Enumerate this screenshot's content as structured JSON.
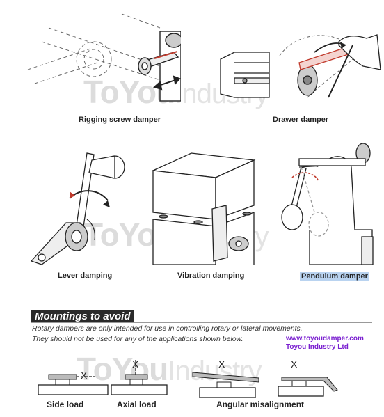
{
  "watermark": {
    "bold": "ToYou",
    "light": "Industry"
  },
  "applications": [
    {
      "caption": "Rigging screw damper"
    },
    {
      "caption": "Drawer damper"
    },
    {
      "caption": "Lever damping"
    },
    {
      "caption": "Vibration damping"
    },
    {
      "caption": "Pendulum damper"
    }
  ],
  "mountings": {
    "title": "Mountings to avoid",
    "desc_line1": "Rotary dampers are only intended for use in controlling rotary or lateral movements.",
    "desc_line2": "They should not be used for any of the applications shown below.",
    "website": "www.toyoudamper.com",
    "company": "Toyou Industry Ltd",
    "mark": "X",
    "labels": {
      "side": "Side load",
      "axial": "Axial load",
      "angular": "Angular misalignment"
    }
  }
}
